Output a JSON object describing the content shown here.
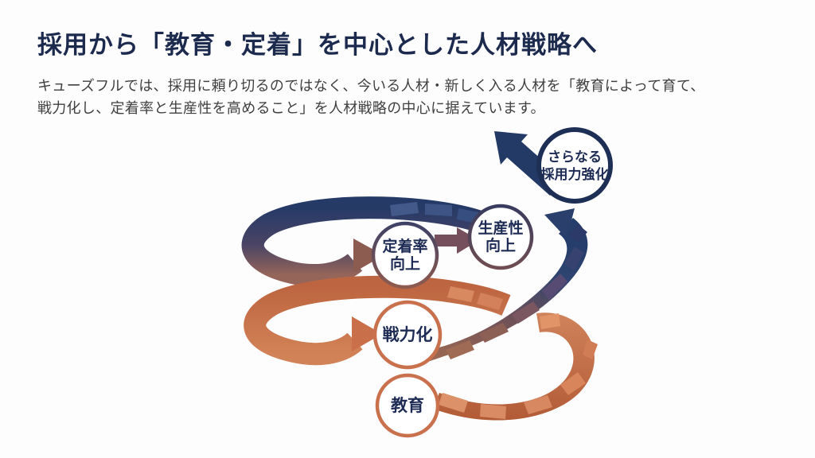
{
  "slide": {
    "title": "採用から「教育・定着」を中心とした人材戦略へ",
    "body_line1": "キューズフルでは、採用に頼り切るのではなく、今いる人材・新しく入る人材を「教育によって育て、",
    "body_line2": "戦力化し、定着率と生産性を高めること」を人材戦略の中心に据えています。"
  },
  "diagram": {
    "nodes": {
      "kyoiku": {
        "label": "教育"
      },
      "senryokuka": {
        "label": "戦力化"
      },
      "teichaku": {
        "line1": "定着率",
        "line2": "向上"
      },
      "seisansei": {
        "line1": "生産性",
        "line2": "向上"
      },
      "saiyo": {
        "line1": "さらなる",
        "line2": "採用力強化"
      }
    },
    "colors": {
      "navy": "#1e2c55",
      "orange": "#c9714d",
      "brown": "#8d5a4e",
      "body_text": "#3f3f3f"
    }
  }
}
